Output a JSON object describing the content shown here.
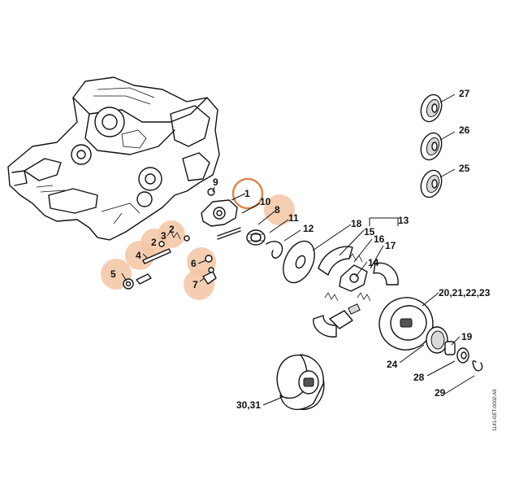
{
  "diagram": {
    "highlight_color": "#e8a26a",
    "marker_fill": "#f3c6a5",
    "selected_ring_color": "#d88a4a",
    "selected_part": "1",
    "highlighted_parts": [
      "1",
      "2",
      "2",
      "3",
      "4",
      "5",
      "6",
      "7",
      "8"
    ],
    "labels": {
      "p1": "1",
      "p2a": "2",
      "p2b": "2",
      "p3": "3",
      "p4": "4",
      "p5": "5",
      "p6": "6",
      "p7": "7",
      "p8": "8",
      "p9": "9",
      "p10": "10",
      "p11": "11",
      "p12": "12",
      "p13": "13",
      "p14": "14",
      "p15": "15",
      "p16": "16",
      "p17": "17",
      "p18": "18",
      "p19": "19",
      "p20": "20,21,22,23",
      "p24": "24",
      "p25": "25",
      "p26": "26",
      "p27": "27",
      "p28": "28",
      "p29": "29",
      "p30": "30,31"
    },
    "drawing_code": "1141-GET-0002-A9"
  }
}
